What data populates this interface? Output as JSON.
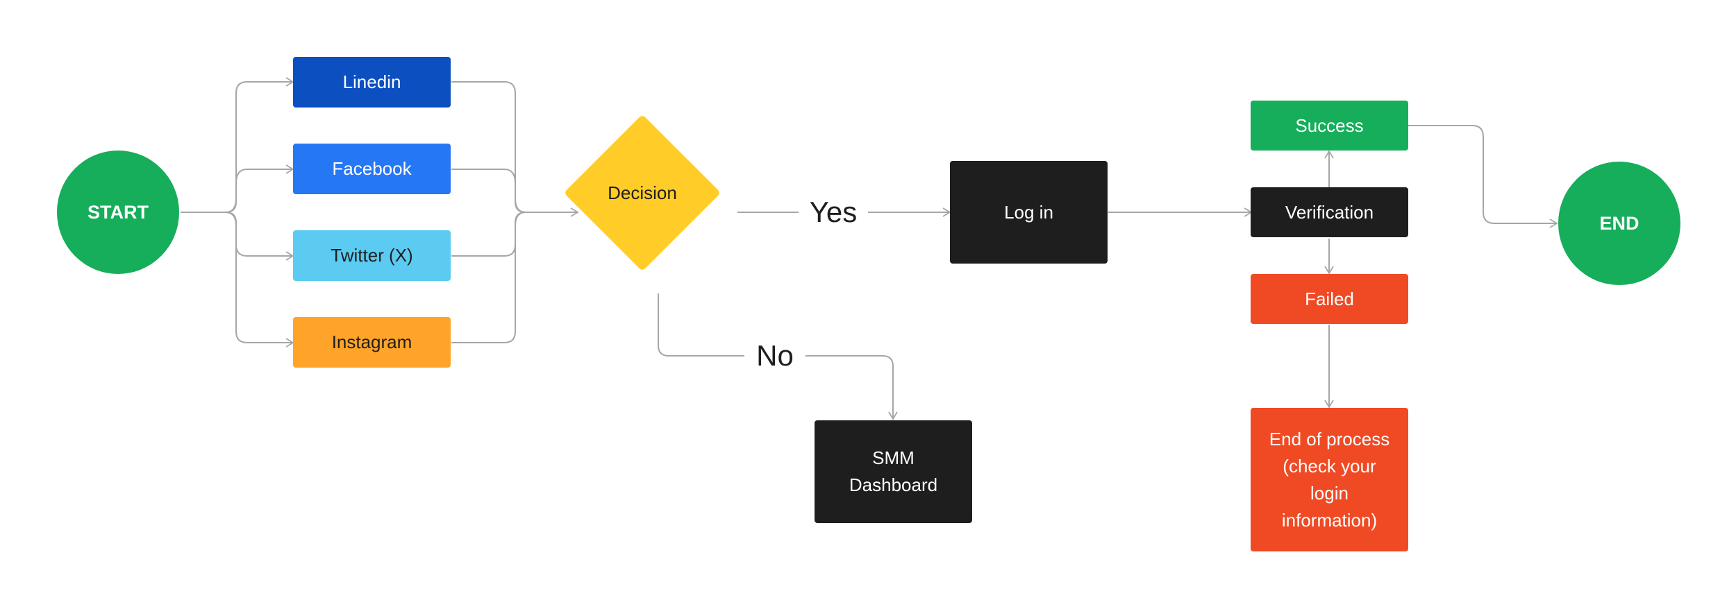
{
  "diagram": {
    "start": {
      "label": "START",
      "color": "#16ad5b"
    },
    "end": {
      "label": "END",
      "color": "#16ad5b"
    },
    "platforms": [
      {
        "label": "Linedin",
        "bg": "#0b4fc1",
        "fg": "#ffffff"
      },
      {
        "label": "Facebook",
        "bg": "#2677f4",
        "fg": "#ffffff"
      },
      {
        "label": "Twitter (X)",
        "bg": "#5bcbf1",
        "fg": "#1e1e1e"
      },
      {
        "label": "Instagram",
        "bg": "#ffa428",
        "fg": "#1e1e1e"
      }
    ],
    "decision": {
      "label": "Decision",
      "color": "#ffcc28"
    },
    "yes_label": "Yes",
    "no_label": "No",
    "login": {
      "label": "Log in",
      "color": "#1e1e1e"
    },
    "dashboard": {
      "label": "SMM Dashboard",
      "color": "#1e1e1e"
    },
    "verification": {
      "label": "Verification",
      "color": "#1e1e1e"
    },
    "success": {
      "label": "Success",
      "color": "#16ad5b"
    },
    "failed": {
      "label": "Failed",
      "color": "#f04a24"
    },
    "end_of_process": {
      "label": "End of process (check your login information)",
      "color": "#f04a24"
    },
    "connector_color": "#a6a6a6"
  }
}
